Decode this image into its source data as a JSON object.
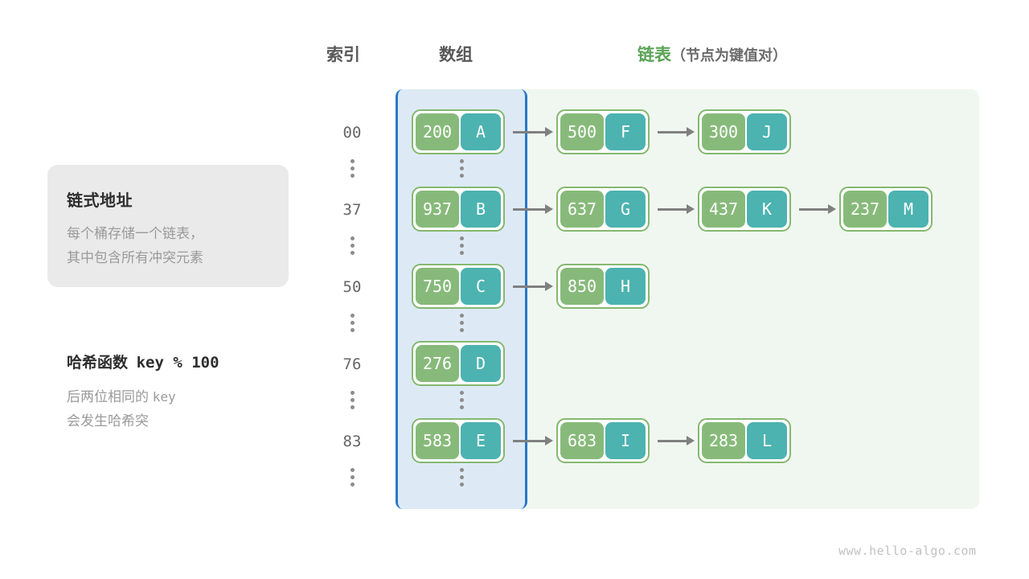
{
  "headers": {
    "index": "索引",
    "array": "数组",
    "list_main": "链表",
    "list_sub": "（节点为键值对）"
  },
  "info_card": {
    "title": "链式地址",
    "desc_line1": "每个桶存储一个链表，",
    "desc_line2": "其中包含所有冲突元素"
  },
  "hash_note": {
    "title_text": "哈希函数",
    "title_formula": "key % 100",
    "desc_line1_a": "后两位相同的",
    "desc_line1_b": "key",
    "desc_line2": "会发生哈希突"
  },
  "buckets": [
    {
      "index": "00",
      "nodes": [
        {
          "key": "200",
          "value": "A"
        },
        {
          "key": "500",
          "value": "F"
        },
        {
          "key": "300",
          "value": "J"
        }
      ]
    },
    {
      "index": "37",
      "nodes": [
        {
          "key": "937",
          "value": "B"
        },
        {
          "key": "637",
          "value": "G"
        },
        {
          "key": "437",
          "value": "K"
        },
        {
          "key": "237",
          "value": "M"
        }
      ]
    },
    {
      "index": "50",
      "nodes": [
        {
          "key": "750",
          "value": "C"
        },
        {
          "key": "850",
          "value": "H"
        }
      ]
    },
    {
      "index": "76",
      "nodes": [
        {
          "key": "276",
          "value": "D"
        }
      ]
    },
    {
      "index": "83",
      "nodes": [
        {
          "key": "583",
          "value": "E"
        },
        {
          "key": "683",
          "value": "I"
        },
        {
          "key": "283",
          "value": "L"
        }
      ]
    }
  ],
  "ellipsis_rows": 5,
  "colors": {
    "key_cell": "#87ba7a",
    "value_cell": "#4cb3b0",
    "node_border": "#85b870",
    "array_panel_bg": "#ddeaf6",
    "array_panel_border": "#2878c8",
    "list_panel_bg": "#f0f7f0",
    "list_header": "#5aa355",
    "arrow": "#808080",
    "card_bg": "#eaeaea"
  },
  "watermark": "www.hello-algo.com"
}
